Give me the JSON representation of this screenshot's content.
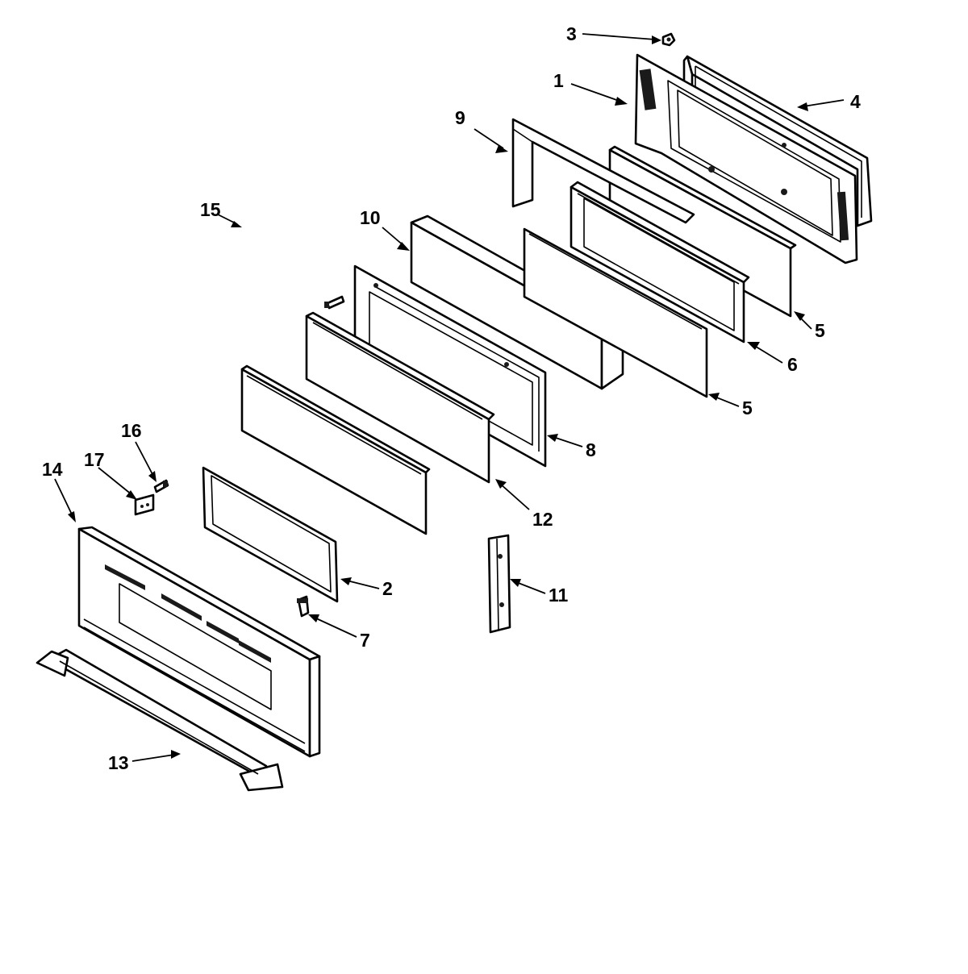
{
  "diagram": {
    "callouts": {
      "c1": "1",
      "c2": "2",
      "c3": "3",
      "c4": "4",
      "c5a": "5",
      "c5b": "5",
      "c6": "6",
      "c7": "7",
      "c8": "8",
      "c9": "9",
      "c10": "10",
      "c11": "11",
      "c12": "12",
      "c13": "13",
      "c14": "14",
      "c15": "15",
      "c16": "16",
      "c17": "17"
    }
  }
}
